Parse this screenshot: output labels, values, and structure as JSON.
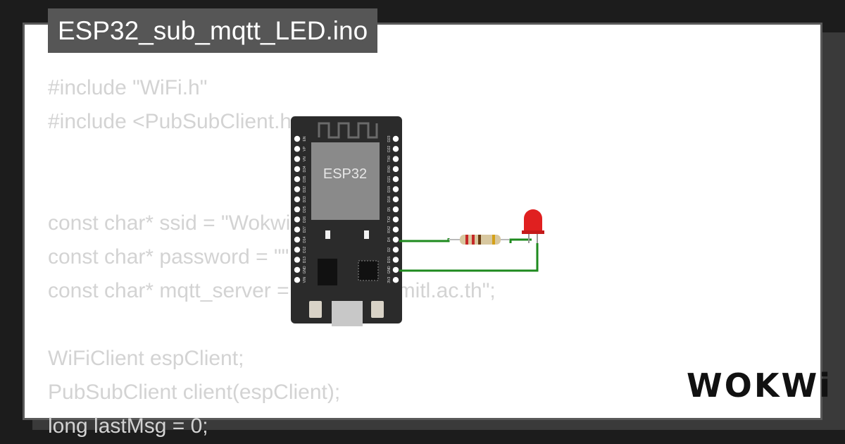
{
  "title": "ESP32_sub_mqtt_LED.ino",
  "code_lines": [
    "#include \"WiFi.h\"",
    "#include <PubSubClient.h>",
    "",
    "",
    "const char* ssid = \"Wokwi-GUEST\";",
    "const char* password = \"\";",
    "const char* mqtt_server = \"iot.cpe.it.kmitl.ac.th\";",
    "",
    "WiFiClient espClient;",
    "PubSubClient client(espClient);",
    "long lastMsg = 0;"
  ],
  "board": {
    "chip_label": "ESP32",
    "left_pins": [
      "EN",
      "VP",
      "VN",
      "D34",
      "D35",
      "D32",
      "D33",
      "D25",
      "D26",
      "D27",
      "D14",
      "D12",
      "D13",
      "GND",
      "VIN"
    ],
    "right_pins": [
      "D23",
      "D22",
      "TX0",
      "RX0",
      "D21",
      "D19",
      "D18",
      "D5",
      "TX2",
      "RX2",
      "D4",
      "D2",
      "D15",
      "GND",
      "3V3"
    ]
  },
  "logo": "WOKWi",
  "colors": {
    "background": "#1c1c1c",
    "card": "#ffffff",
    "title_bar": "#565656",
    "code_text": "#d3d3d3",
    "board": "#2b2b2b",
    "wire": "#1e8a1e",
    "led": "#e02020"
  }
}
